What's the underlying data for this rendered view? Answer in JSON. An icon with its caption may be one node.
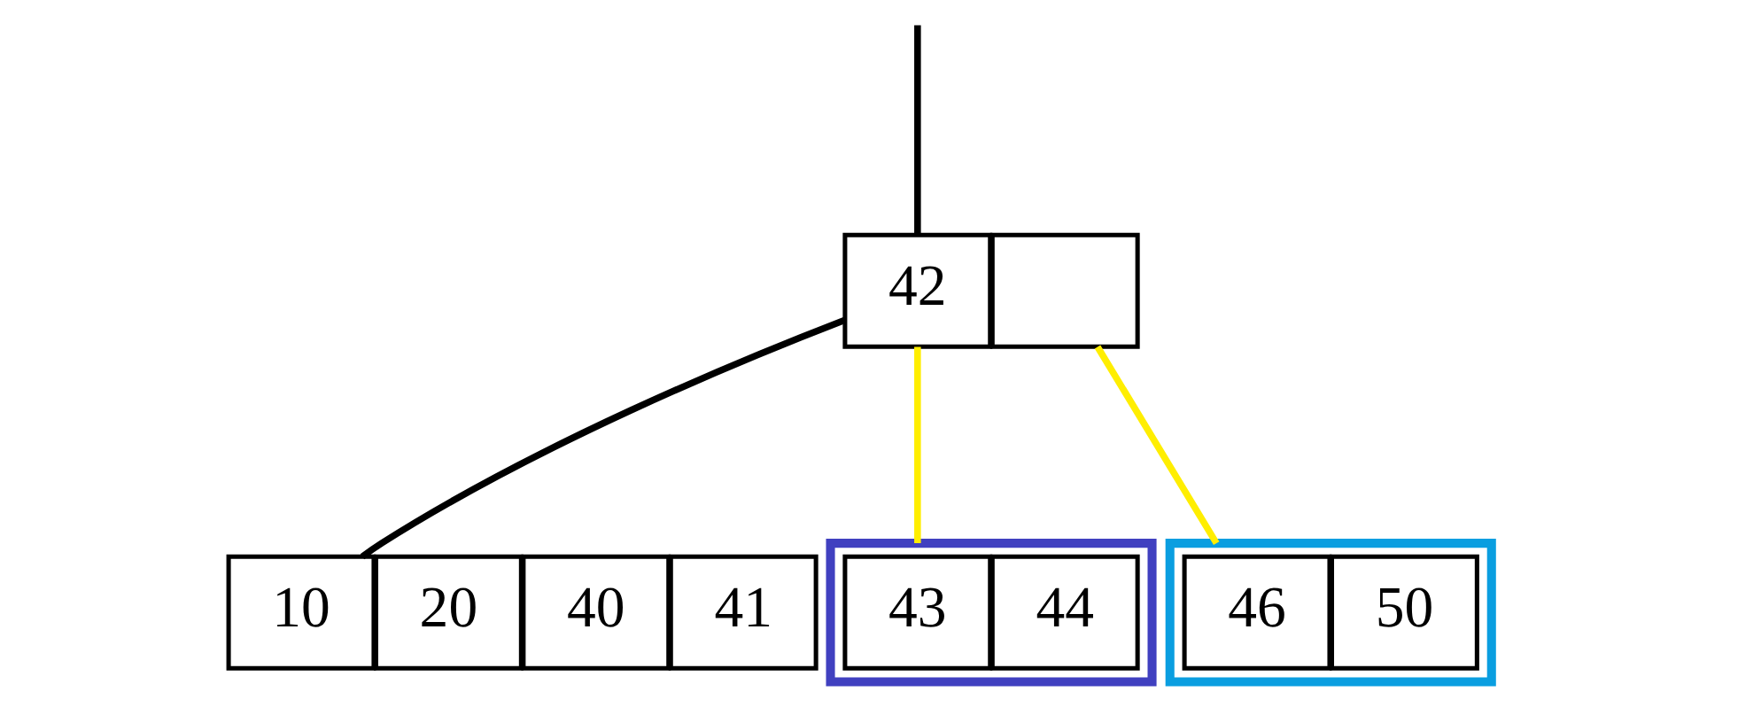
{
  "diagram": {
    "nodes": [
      {
        "text": [
          "42"
        ]
      },
      {
        "text": [],
        "shape": "box"
      },
      {
        "text": [
          "10"
        ]
      },
      {
        "text": [
          "20"
        ]
      },
      {
        "text": [
          "40"
        ]
      },
      {
        "text": [
          "41"
        ]
      },
      {
        "text": [],
        "shape": "box"
      },
      {
        "text": [
          "43"
        ],
        "in": 6
      },
      {
        "text": [
          "44"
        ],
        "in": 6
      },
      {
        "text": [],
        "shape": "box"
      },
      {
        "text": [
          "46"
        ],
        "in": 9
      },
      {
        "text": [
          "50"
        ],
        "in": 9
      }
    ],
    "edges": [
      {
        "from": null,
        "to": 0,
        "arrow": "none"
      },
      {
        "from": 0,
        "to": 2,
        "arrow": "none"
      },
      {
        "from": 0,
        "to": 6,
        "arrow": "none",
        "color": "#ffee00"
      },
      {
        "from": 1,
        "to": 9,
        "arrow": "none",
        "color": "#ffee00"
      }
    ]
  }
}
